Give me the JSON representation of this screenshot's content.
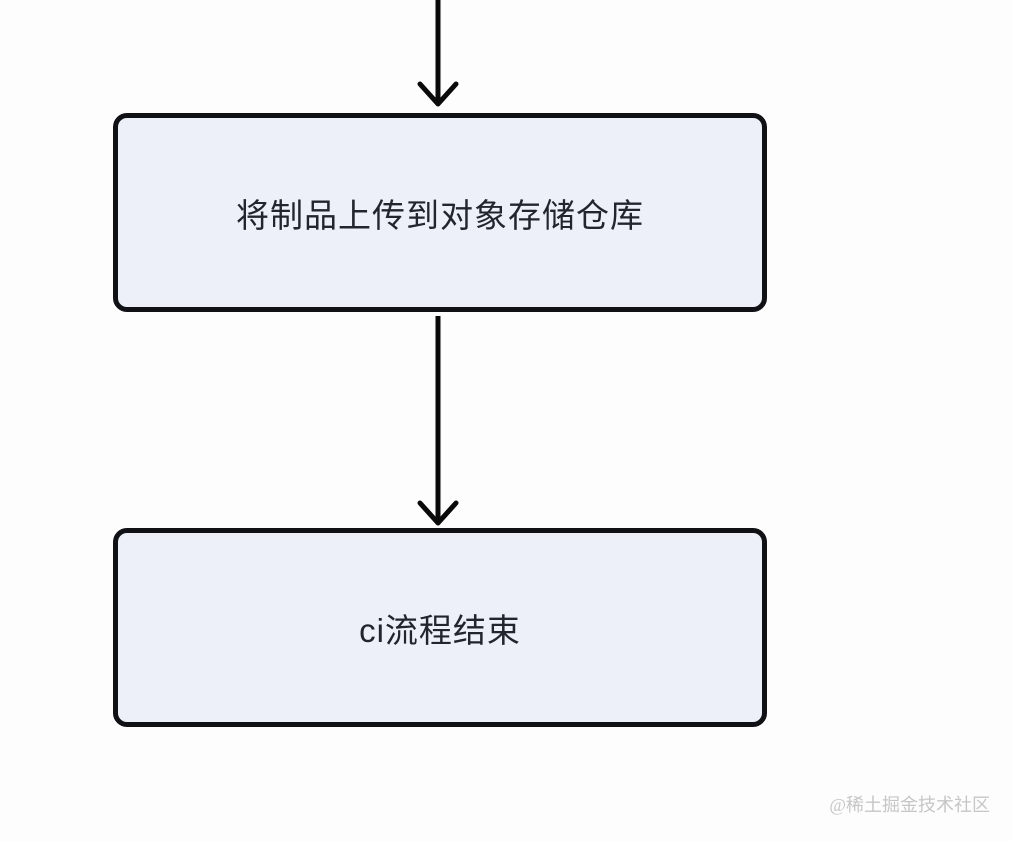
{
  "diagram": {
    "type": "flowchart",
    "direction": "top-down",
    "nodes": [
      {
        "id": "upload-artifact",
        "label": "将制品上传到对象存储仓库"
      },
      {
        "id": "ci-end",
        "label": "ci流程结束"
      }
    ],
    "edges": [
      {
        "from": "offscreen-top",
        "to": "upload-artifact",
        "style": "arrow-down"
      },
      {
        "from": "upload-artifact",
        "to": "ci-end",
        "style": "arrow-down"
      }
    ],
    "colors": {
      "node_fill": "#edf0f9",
      "node_border": "#101114",
      "node_text": "#22252c",
      "arrow": "#0a0a0a",
      "background": "#fdfdfd"
    }
  },
  "watermark": {
    "text": "@稀土掘金技术社区",
    "color": "#c6c6c6"
  }
}
